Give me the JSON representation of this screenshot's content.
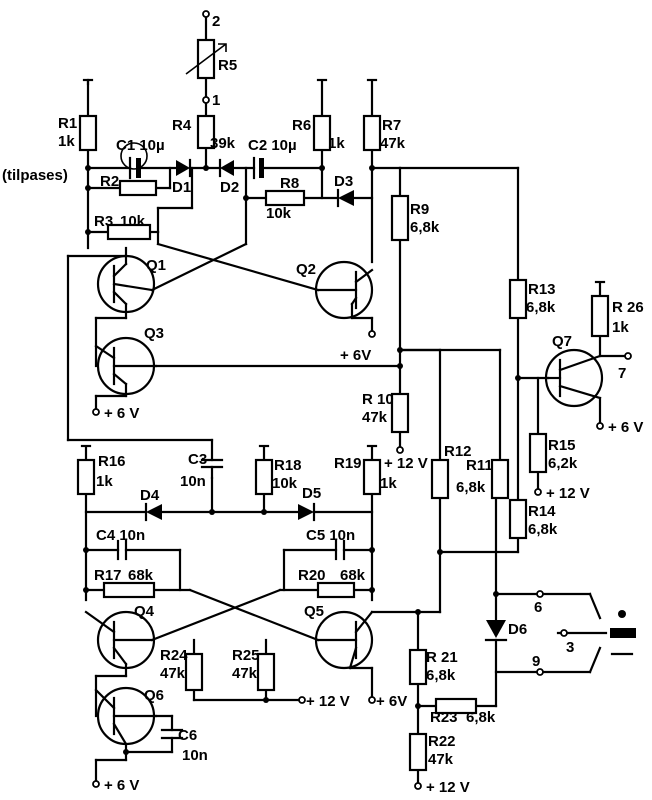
{
  "labels": {
    "R1": "R1",
    "R1v": "1k",
    "R2": "R2",
    "R3": "R3",
    "R3v": "10k",
    "R4": "R4",
    "R4v": "39k",
    "R5": "R5",
    "R6": "R6",
    "R6v": "1k",
    "R7": "R7",
    "R7v": "47k",
    "R8": "R8",
    "R8v": "10k",
    "R9": "R9",
    "R9v": "6,8k",
    "R10": "R 10",
    "R10v": "47k",
    "R11": "R11",
    "R11v": "6,8k",
    "R12": "R12",
    "R13": "R13",
    "R13v": "6,8k",
    "R14": "R14",
    "R14v": "6,8k",
    "R15": "R15",
    "R15v": "6,2k",
    "R16": "R16",
    "R16v": "1k",
    "R17": "R17",
    "R17v": "68k",
    "R18": "R18",
    "R18v": "10k",
    "R19": "R19",
    "R19v": "1k",
    "R20": "R20",
    "R20v": "68k",
    "R21": "R 21",
    "R21v": "6,8k",
    "R22": "R22",
    "R22v": "47k",
    "R23": "R23",
    "R23v": "6,8k",
    "R24": "R24",
    "R24v": "47k",
    "R25": "R25",
    "R25v": "47k",
    "R26": "R 26",
    "R26v": "1k",
    "C1": "C1 10µ",
    "C2": "C2 10µ",
    "C3": "C3",
    "C3v": "10n",
    "C4": "C4 10n",
    "C5": "C5 10n",
    "C6": "C6",
    "C6v": "10n",
    "D1": "D1",
    "D2": "D2",
    "D3": "D3",
    "D4": "D4",
    "D5": "D5",
    "D6": "D6",
    "Q1": "Q1",
    "Q2": "Q2",
    "Q3": "Q3",
    "Q4": "Q4",
    "Q5": "Q5",
    "Q6": "Q6",
    "Q7": "Q7",
    "tilpases": "(tilpases)",
    "pin1": "1",
    "pin2": "2",
    "pin3": "3",
    "pin6": "6",
    "pin7": "7",
    "pin9": "9",
    "v6_q2": "+ 6V",
    "v6_q3": "+ 6 V",
    "v12_r10": "+ 12 V",
    "v12_r15": "+ 12 V",
    "v6_q7": "+ 6 V",
    "v12_r24": "+ 12 V",
    "v6_q5": "+ 6V",
    "v6_q6": "+ 6 V",
    "v12_r22": "+ 12 V"
  }
}
